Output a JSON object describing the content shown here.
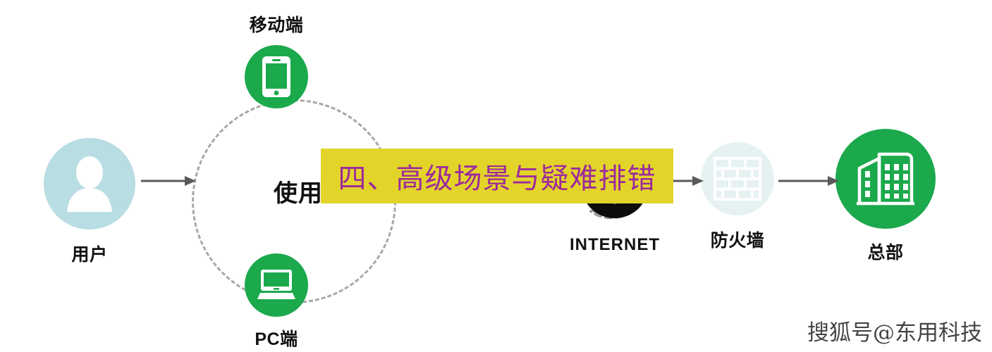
{
  "diagram": {
    "title_banner": {
      "text": "四、高级场景与疑难排错",
      "background_color": "#E3D42A",
      "text_color": "#9C2A9C"
    },
    "center_text": "使用",
    "nodes": [
      {
        "id": "user",
        "label": "用户",
        "icon": "user-avatar-icon",
        "circle_color": "#B8DDE3",
        "icon_color": "#FFFFFF"
      },
      {
        "id": "mobile",
        "label": "移动端",
        "icon": "smartphone-icon",
        "circle_color": "#1BA94C",
        "icon_color": "#FFFFFF"
      },
      {
        "id": "pc",
        "label": "PC端",
        "icon": "laptop-icon",
        "circle_color": "#1BA94C",
        "icon_color": "#FFFFFF"
      },
      {
        "id": "internet",
        "label": "INTERNET",
        "icon": "globe-icon",
        "circle_color": "#0D0D0D",
        "icon_color": "#FFFFFF"
      },
      {
        "id": "firewall",
        "label": "防火墙",
        "icon": "brick-wall-icon",
        "circle_color": "#E6F1F2",
        "icon_color": "#FFFFFF"
      },
      {
        "id": "hq",
        "label": "总部",
        "icon": "office-building-icon",
        "circle_color": "#1BA94C",
        "icon_color": "#FFFFFF"
      }
    ],
    "connectors": [
      {
        "id": "user-to-clients",
        "type": "arrow",
        "color": "#5A5A5A"
      },
      {
        "id": "clients-ring",
        "type": "dashed-circle",
        "color": "#A8A8A8"
      },
      {
        "id": "clients-to-internet",
        "type": "arrow",
        "color": "#5A5A5A"
      },
      {
        "id": "internet-to-firewall",
        "type": "arrow",
        "color": "#5A5A5A"
      },
      {
        "id": "firewall-to-hq",
        "type": "arrow",
        "color": "#5A5A5A"
      }
    ],
    "watermark": "搜狐号@东用科技"
  }
}
